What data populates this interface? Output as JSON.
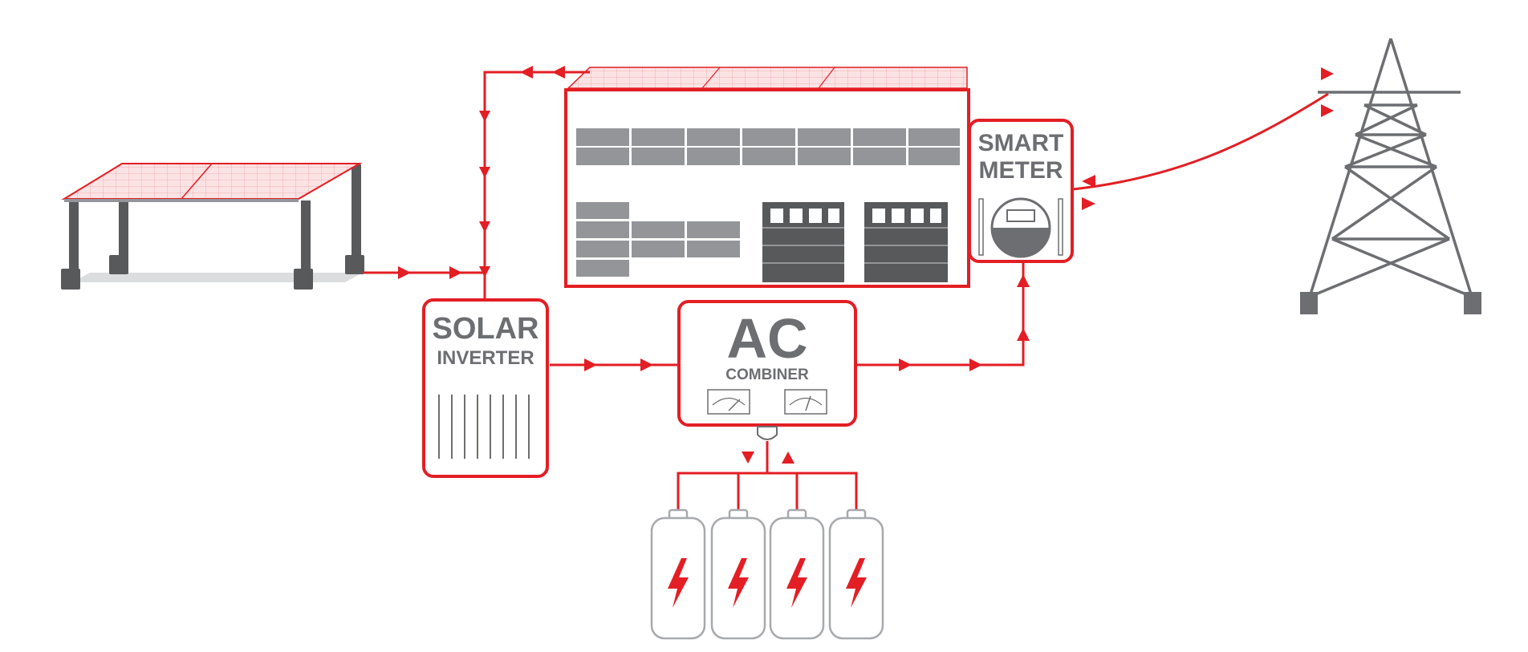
{
  "colors": {
    "accent": "#e31e24",
    "panel_fill": "#fbe3e4",
    "gray_dark": "#58595b",
    "gray_mid": "#6d6e71",
    "gray_light": "#939598",
    "battery_outline": "#a7a9ac"
  },
  "labels": {
    "solar_line1": "SOLAR",
    "solar_line2": "INVERTER",
    "ac_line1": "AC",
    "ac_line2": "COMBINER",
    "meter_line1": "SMART",
    "meter_line2": "METER"
  },
  "icons": {
    "carport": "solar-carport-icon",
    "building": "building-icon",
    "inverter": "inverter-icon",
    "combiner": "ac-combiner-icon",
    "meter": "smart-meter-icon",
    "batteries": "battery-icon",
    "tower": "transmission-tower-icon"
  }
}
